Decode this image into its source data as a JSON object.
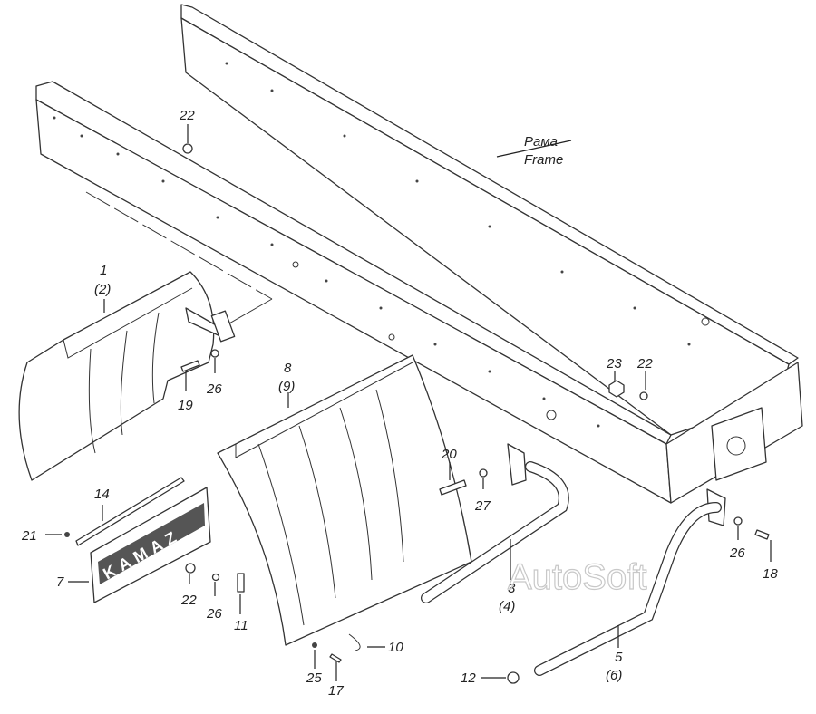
{
  "title": "Frame / mudguard assembly",
  "frame_label": {
    "ru": "Рама",
    "en": "Frame"
  },
  "callouts": {
    "c22a": "22",
    "c1": "1",
    "c2": "(2)",
    "c19": "19",
    "c26a": "26",
    "c8": "8",
    "c9": "(9)",
    "c23": "23",
    "c22b": "22",
    "c20": "20",
    "c27": "27",
    "c14": "14",
    "c21": "21",
    "c7": "7",
    "c22c": "22",
    "c26b": "26",
    "c11": "11",
    "c3": "3",
    "c4": "(4)",
    "c5": "5",
    "c6": "(6)",
    "c26c": "26",
    "c18": "18",
    "c12": "12",
    "c25": "25",
    "c17": "17",
    "c10": "10"
  },
  "plate_text": "KAMAZ",
  "watermark": "AutoSoft"
}
